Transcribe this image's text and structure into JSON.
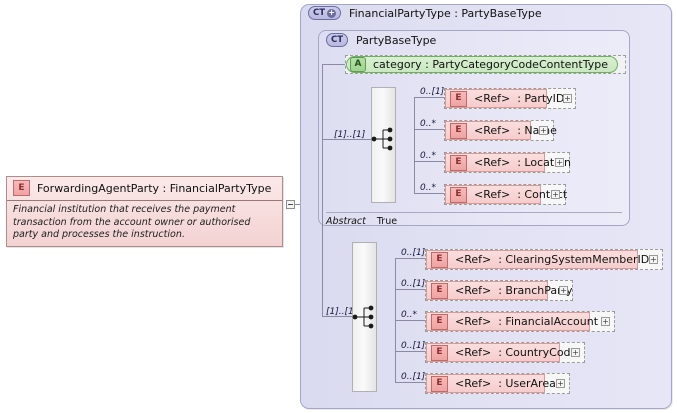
{
  "diagram": {
    "type": "xsd-element-diagram",
    "left_node": {
      "icon": "element-badge-E",
      "badge": "E",
      "title": "ForwardingAgentParty : FinancialPartyType",
      "documentation": "Financial institution that receives the payment transaction from the account owner or authorised party and processes the instruction.",
      "collapse_toggle": "−"
    },
    "outer_container": {
      "badge": "CT",
      "badge_plus": "+",
      "icon": "complextype-badge-CT-plus",
      "title": "FinancialPartyType : PartyBaseType"
    },
    "inner_container": {
      "badge": "CT",
      "icon": "complextype-badge-CT",
      "title": "PartyBaseType",
      "attribute": {
        "badge": "A",
        "icon": "attribute-badge-A",
        "label": "category : PartyCategoryCodeContentType"
      },
      "abstract": {
        "label": "Abstract",
        "value": "True"
      },
      "sequence": {
        "icon": "sequence-compositor-icon",
        "cardinality": "[1]..[1]"
      },
      "elements": [
        {
          "badge": "E",
          "ref": "<Ref>",
          "name": ": PartyIDs",
          "cardinality": "0..[1]",
          "expander": "+"
        },
        {
          "badge": "E",
          "ref": "<Ref>",
          "name": ": Name",
          "cardinality": "0..*",
          "expander": "+"
        },
        {
          "badge": "E",
          "ref": "<Ref>",
          "name": ": Location",
          "cardinality": "0..*",
          "expander": "+"
        },
        {
          "badge": "E",
          "ref": "<Ref>",
          "name": ": Contact",
          "cardinality": "0..*",
          "expander": "+"
        }
      ]
    },
    "lower_sequence": {
      "icon": "sequence-compositor-icon",
      "cardinality": "[1]..[1]",
      "elements": [
        {
          "badge": "E",
          "ref": "<Ref>",
          "name": ": ClearingSystemMemberID",
          "cardinality": "0..[1]",
          "expander": "+"
        },
        {
          "badge": "E",
          "ref": "<Ref>",
          "name": ": BranchParty",
          "cardinality": "0..[1]",
          "expander": "+"
        },
        {
          "badge": "E",
          "ref": "<Ref>",
          "name": ": FinancialAccount",
          "cardinality": "0..*",
          "expander": "+"
        },
        {
          "badge": "E",
          "ref": "<Ref>",
          "name": ": CountryCode",
          "cardinality": "0..[1]",
          "expander": "+"
        },
        {
          "badge": "E",
          "ref": "<Ref>",
          "name": ": UserArea",
          "cardinality": "0..[1]",
          "expander": "+"
        }
      ]
    },
    "colors": {
      "element_fill": "#f6cccc",
      "element_border": "#d89b9b",
      "complextype_fill": "#e0e0f3",
      "complextype_border": "#a5a5c8",
      "attribute_fill": "#c9e8c0",
      "attribute_border": "#6fae63",
      "connector": "#8a8aa5"
    }
  }
}
